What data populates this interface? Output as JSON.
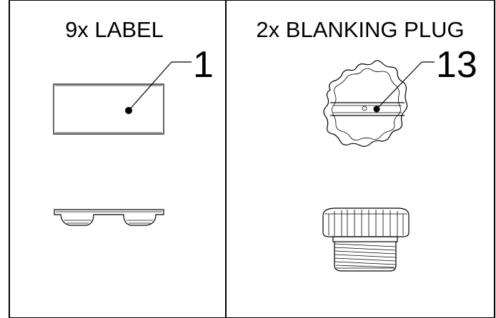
{
  "panels": [
    {
      "title": "9x LABEL",
      "callout": "1"
    },
    {
      "title": "2x BLANKING PLUG",
      "callout": "13"
    }
  ],
  "colors": {
    "line": "#000000",
    "background": "#ffffff"
  }
}
